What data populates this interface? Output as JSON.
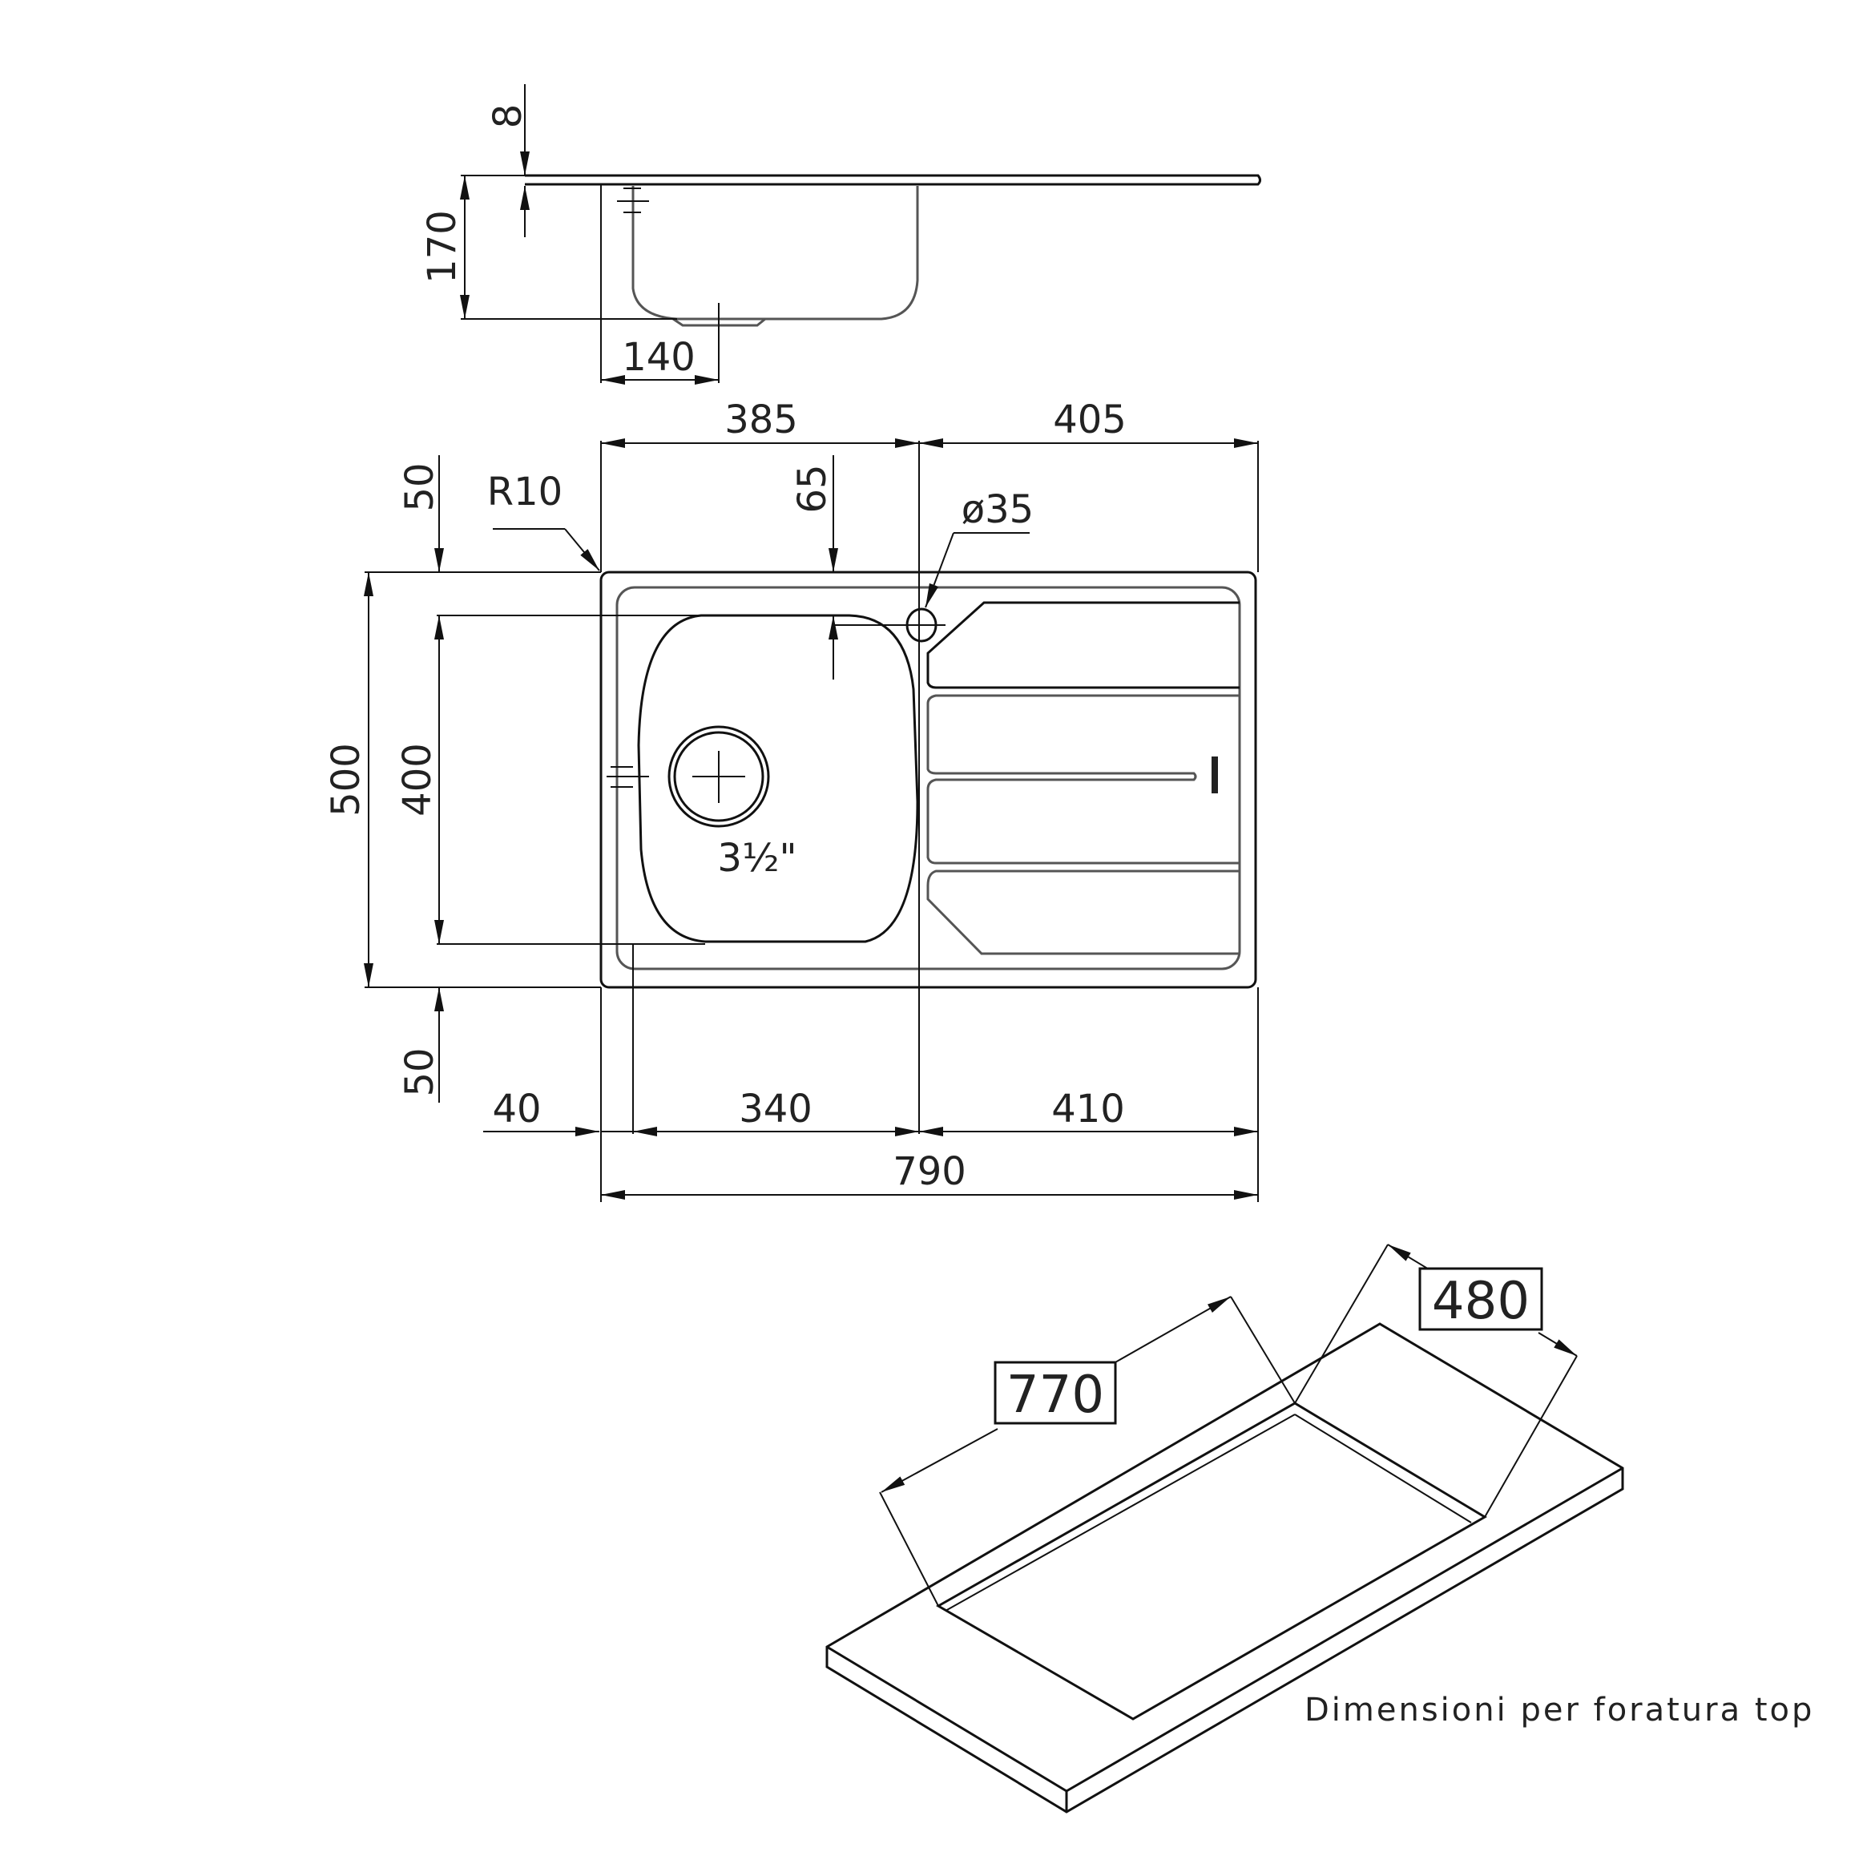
{
  "side_view": {
    "thickness_label": "8",
    "depth_label": "170",
    "drain_offset_label": "140"
  },
  "plan_view": {
    "bowl_width_label": "385",
    "drainer_width_label": "405",
    "top_margin_label": "50",
    "corner_radius_label": "R10",
    "tap_offset_label": "65",
    "tap_hole_label": "ø35",
    "overall_depth_label": "500",
    "bowl_depth_label": "400",
    "bottom_margin_label": "50",
    "drain_size_label": "3½\"",
    "left_margin_label": "40",
    "bowl_inner_width_label": "340",
    "drainer_inner_width_label": "410",
    "overall_width_label": "790"
  },
  "cutout_view": {
    "length_label": "770",
    "width_label": "480",
    "caption": "Dimensioni per foratura top"
  }
}
